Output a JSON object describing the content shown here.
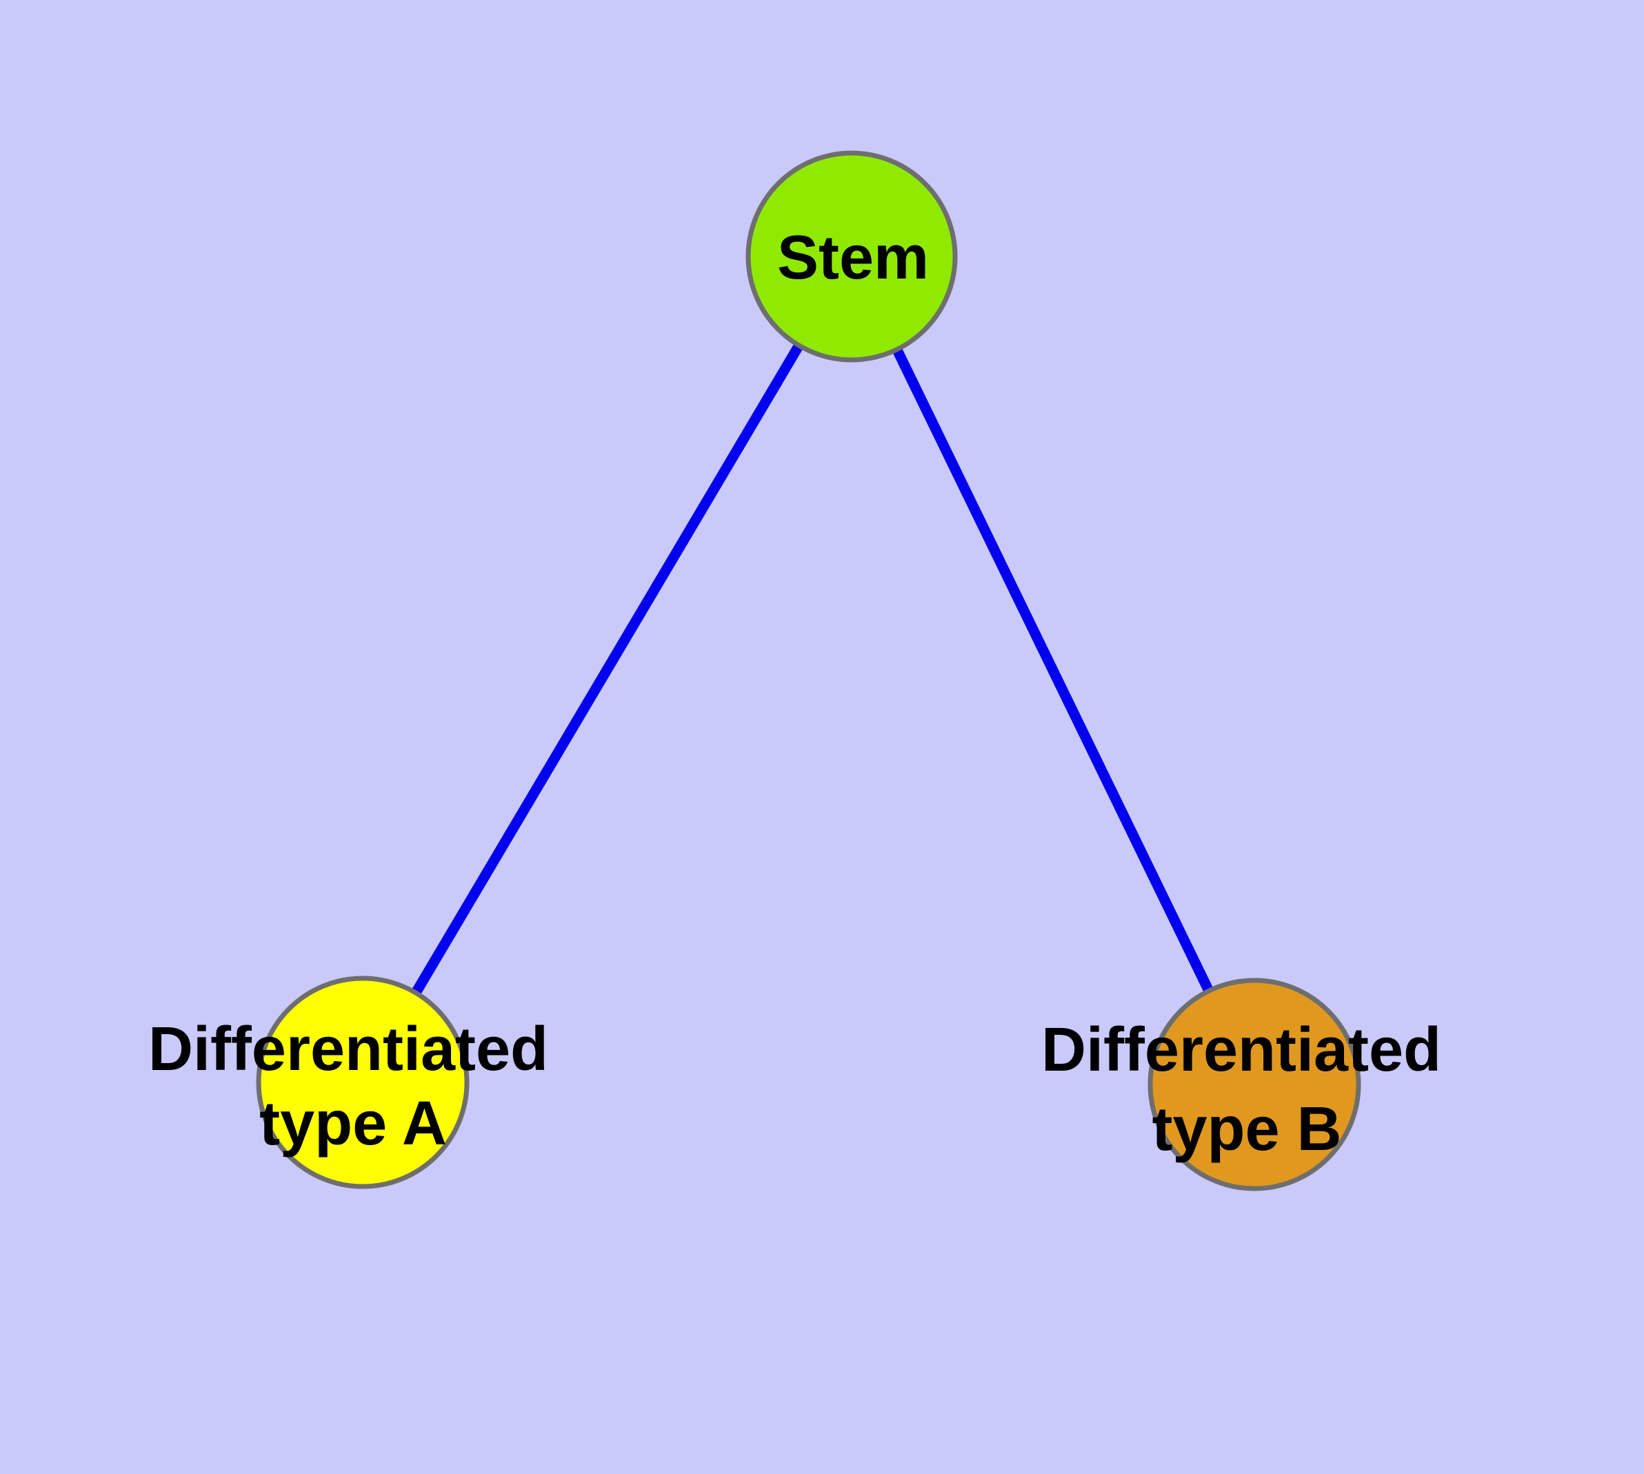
{
  "colors": {
    "background": "#c9c9fa",
    "edge": "#0202ee",
    "node_border": "#6e6e6e",
    "label_text": "#000000"
  },
  "graph": {
    "nodes": [
      {
        "id": "stem",
        "lines": [
          "Stem"
        ],
        "fill": "#8fea00"
      },
      {
        "id": "differentiated-type-a",
        "lines": [
          "Differentiated",
          "type A"
        ],
        "fill": "#ffff00"
      },
      {
        "id": "differentiated-type-b",
        "lines": [
          "Differentiated",
          "type B"
        ],
        "fill": "#e0981f"
      }
    ],
    "edges": [
      {
        "from": "Stem",
        "to": "Differentiated type A"
      },
      {
        "from": "Stem",
        "to": "Differentiated type B"
      }
    ]
  }
}
